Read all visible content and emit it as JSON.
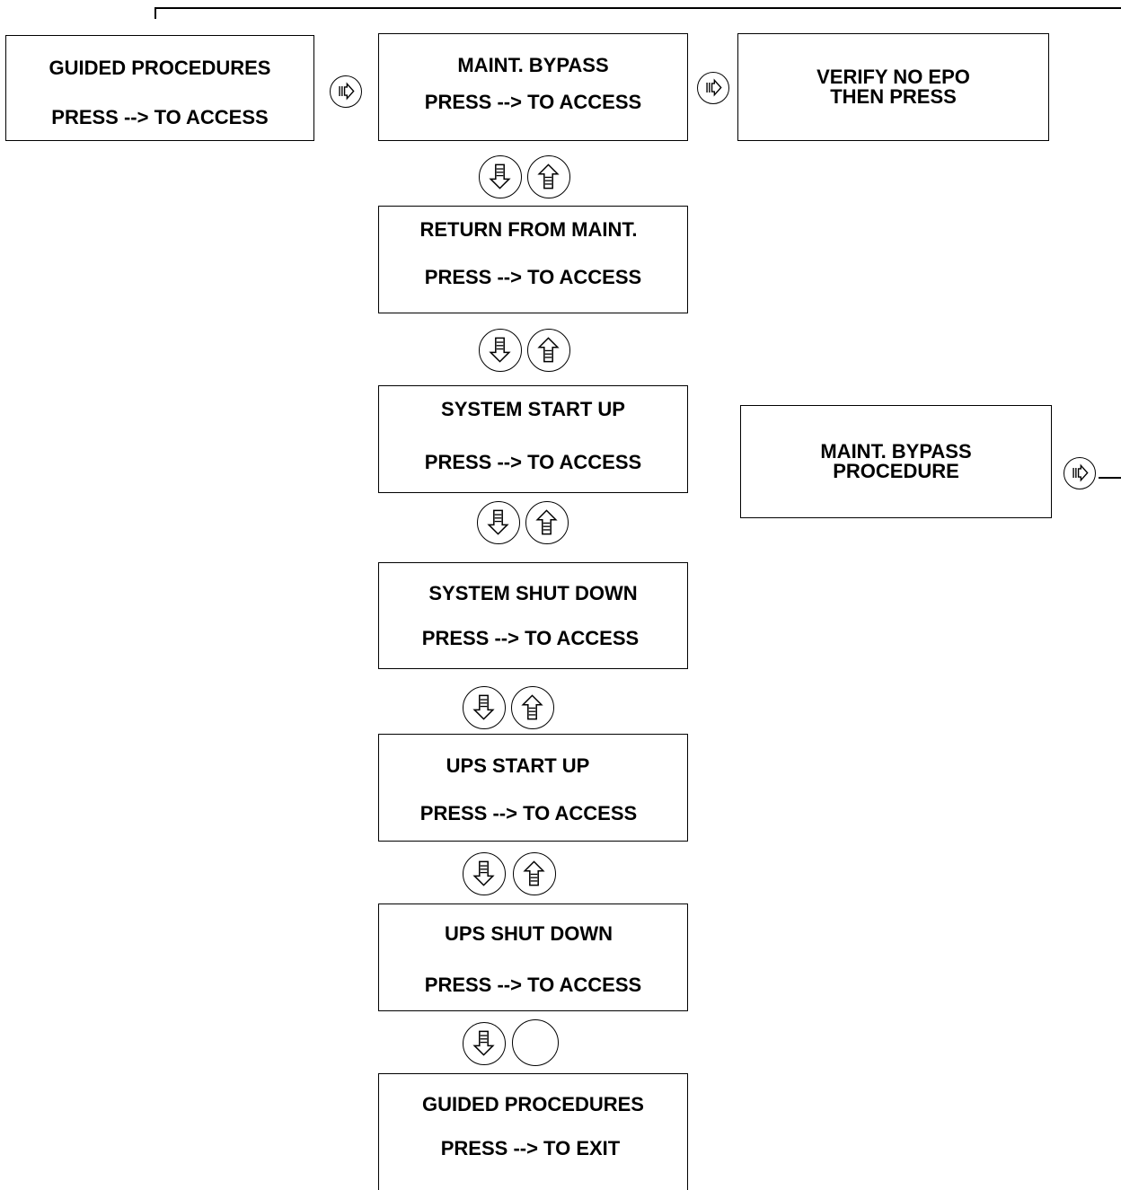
{
  "guided": {
    "line1": "GUIDED PROCEDURES",
    "line2": "PRESS --> TO ACCESS"
  },
  "maint_bypass": {
    "line1": "MAINT. BYPASS",
    "line2": "PRESS --> TO ACCESS"
  },
  "verify_epo": {
    "line1": "VERIFY NO EPO",
    "line2": "THEN PRESS"
  },
  "return_maint": {
    "line1": "RETURN FROM MAINT.",
    "line2": "PRESS --> TO ACCESS"
  },
  "system_start": {
    "line1": "SYSTEM START UP",
    "line2": "PRESS --> TO ACCESS"
  },
  "bypass_procedure": {
    "line1": "MAINT. BYPASS",
    "line2": "PROCEDURE"
  },
  "system_shut": {
    "line1": "SYSTEM SHUT DOWN",
    "line2": "PRESS --> TO ACCESS"
  },
  "ups_start": {
    "line1": "UPS START UP",
    "line2": "PRESS --> TO ACCESS"
  },
  "ups_shut": {
    "line1": "UPS SHUT DOWN",
    "line2": "PRESS --> TO ACCESS"
  },
  "guided_exit": {
    "line1": "GUIDED PROCEDURES",
    "line2": "PRESS --> TO EXIT"
  },
  "icons": {
    "enter": "enter-arrow-icon",
    "down": "scroll-down-icon",
    "up": "scroll-up-icon",
    "empty": "blank-button"
  }
}
